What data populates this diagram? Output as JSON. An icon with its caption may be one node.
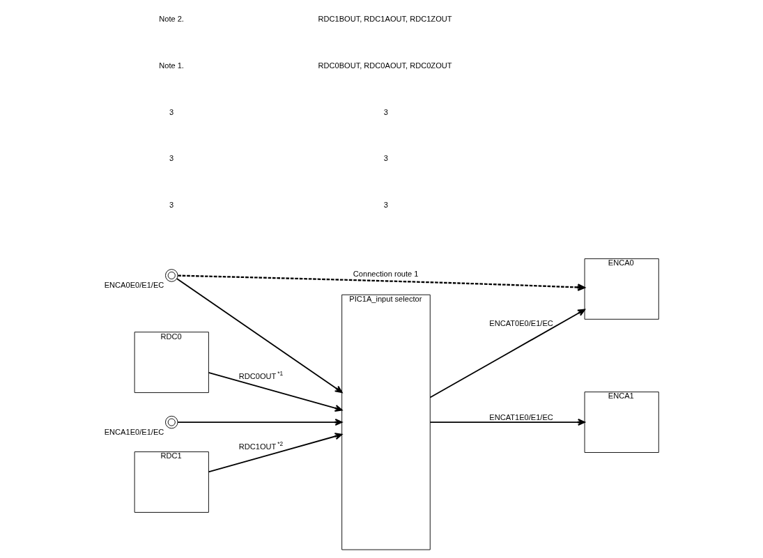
{
  "diagram": {
    "nodes": [
      {
        "text": [
          "RDC0"
        ]
      },
      {
        "text": [
          "RDC1"
        ]
      },
      {
        "text": [
          "PIC1A_input selector"
        ]
      },
      {
        "text": [
          "ENCA0"
        ]
      },
      {
        "text": [
          "ENCA1"
        ]
      },
      {
        "text": [
          "ENCA0E0/E1/EC"
        ]
      },
      {
        "text": [
          "ENCA1E0/E1/EC"
        ]
      }
    ],
    "edges": [
      {
        "from": 0,
        "to": 2,
        "arrow": "to",
        "label": "RDC0OUT$^{*1}$"
      },
      {
        "from": 1,
        "to": 2,
        "arrow": "to",
        "label": "RDC1OUT$^{*2}$"
      },
      {
        "from": 5,
        "to": 2,
        "arrow": "to"
      },
      {
        "from": 6,
        "to": 2,
        "arrow": "to"
      },
      {
        "from": 2,
        "to": 3,
        "arrow": "to",
        "label": "ENCAT0E0/E1/EC"
      },
      {
        "from": 2,
        "to": 4,
        "arrow": "to",
        "label": "ENCAT1E0/E1/EC"
      },
      {
        "from": 5,
        "to": 3,
        "arrow": "to",
        "label": "Connection route 1",
        "style": "dashed"
      }
    ],
    "labels": [
      "3",
      "3",
      "3",
      "3",
      "3",
      "3",
      "Note 1.",
      "RDC0BOUT, RDC0AOUT, RDC0ZOUT",
      "Note 2.",
      "RDC1BOUT, RDC1AOUT, RDC1ZOUT"
    ]
  }
}
